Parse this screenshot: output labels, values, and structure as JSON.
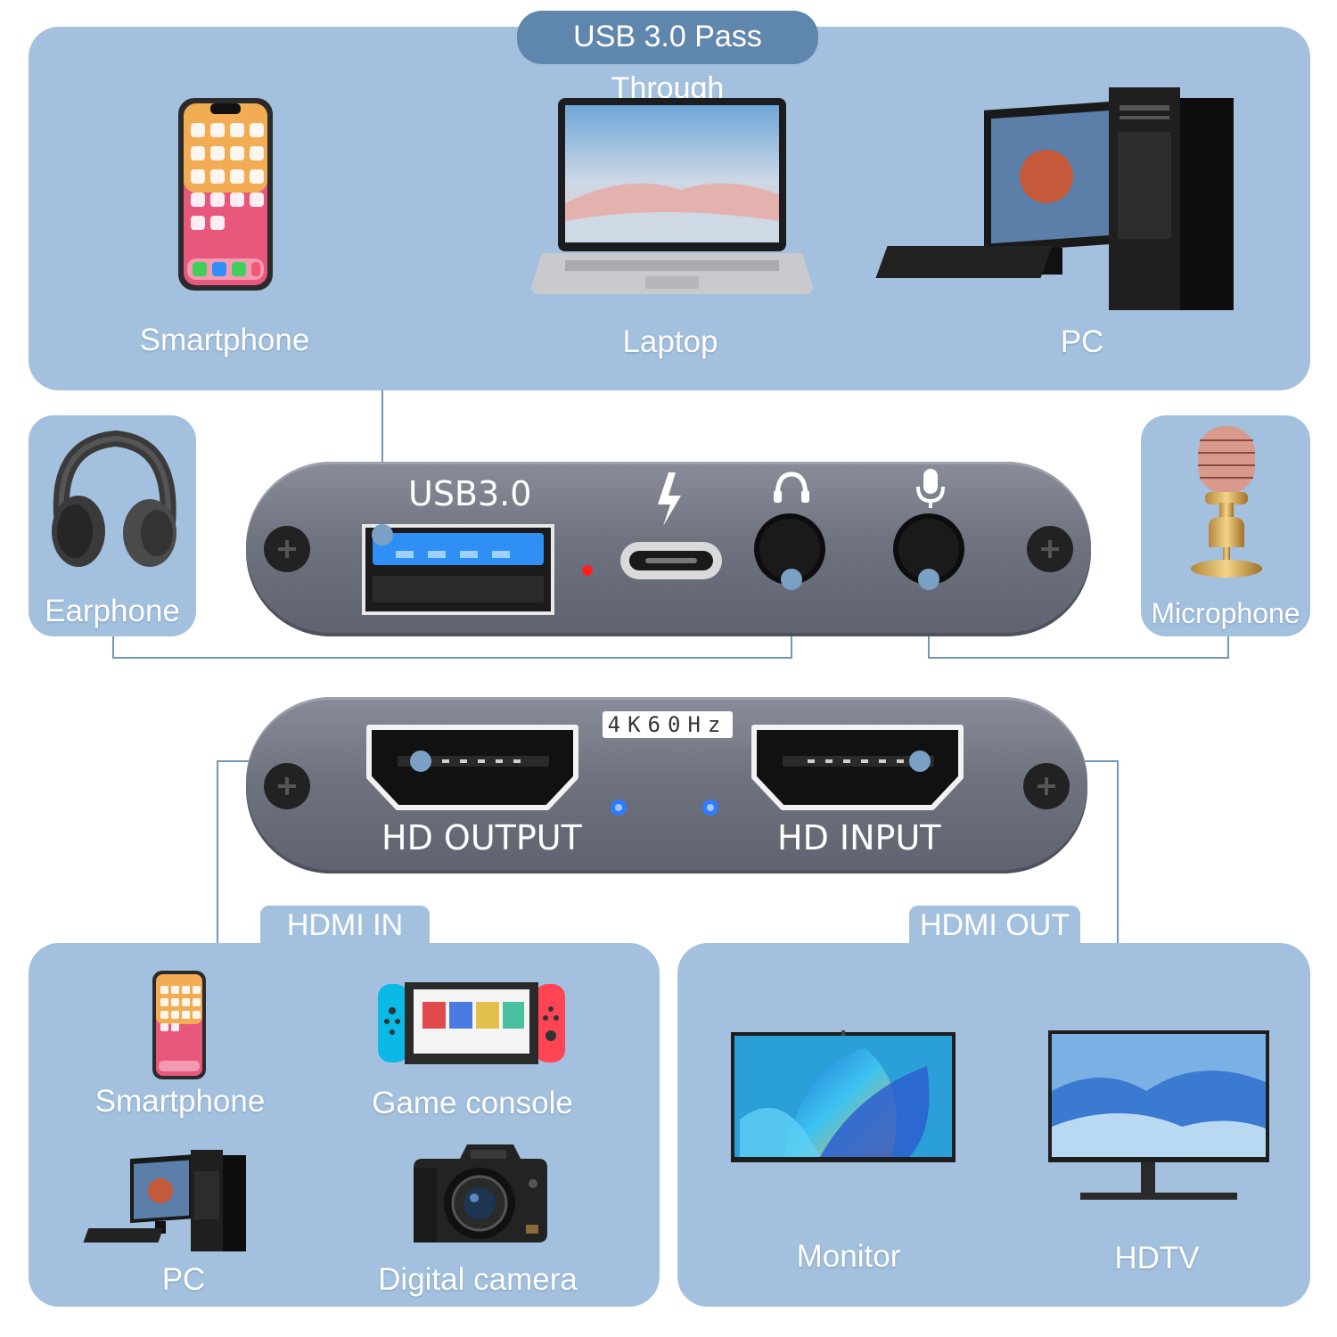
{
  "usb_passthrough": {
    "title": "USB 3.0 Pass Through",
    "items": [
      {
        "label": "Smartphone",
        "icon": "smartphone-icon"
      },
      {
        "label": "Laptop",
        "icon": "laptop-icon"
      },
      {
        "label": "PC",
        "icon": "pc-icon"
      }
    ]
  },
  "side": {
    "left_label": "Earphone",
    "right_label": "Microphone"
  },
  "device_top": {
    "usb_label": "USB3.0"
  },
  "device_bottom": {
    "badge": "4K60Hz",
    "output_label": "HD OUTPUT",
    "input_label": "HD INPUT"
  },
  "hdmi_in": {
    "title": "HDMI IN",
    "items": [
      "Smartphone",
      "Game console",
      "PC",
      "Digital camera"
    ]
  },
  "hdmi_out": {
    "title": "HDMI OUT",
    "items": [
      "Monitor",
      "HDTV"
    ]
  },
  "colors": {
    "panel": "#a3c1de",
    "pill": "#5f86ac",
    "line": "#7396b9",
    "device": "#6f7380",
    "led_red": "#ff2020",
    "led_blue": "#2f7bff",
    "usb_blue": "#2f8ff5"
  }
}
